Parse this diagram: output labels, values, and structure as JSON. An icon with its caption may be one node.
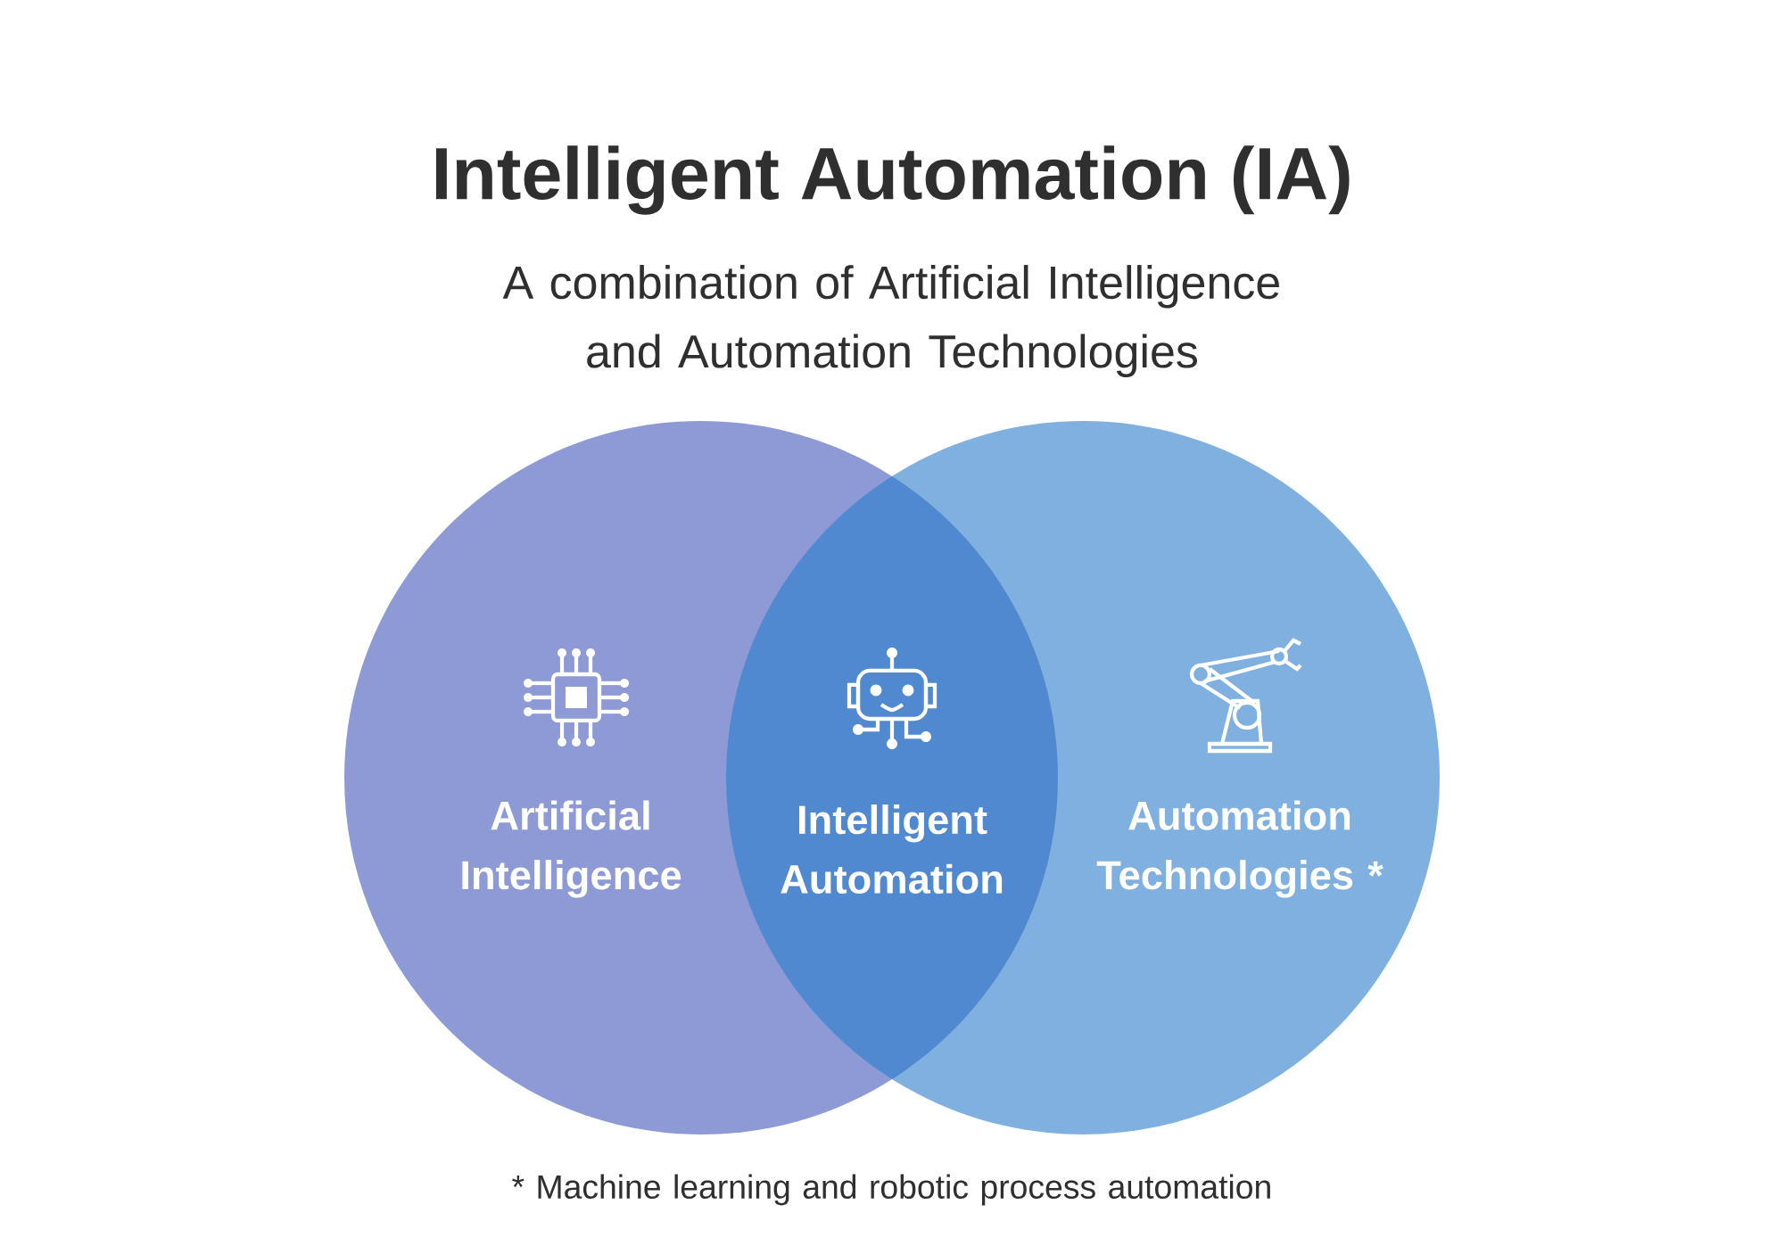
{
  "diagram": {
    "title": "Intelligent Automation (IA)",
    "nodes": [
      {
        "text": [
          "Artificial Intelligence"
        ]
      },
      {
        "text": [
          "Automation Technologies *"
        ]
      },
      {
        "text": [
          "Intelligent Automation"
        ]
      }
    ],
    "labels": [
      "A combination of Artificial Intelligence and Automation Technologies",
      "* Machine learning and robotic process automation"
    ]
  }
}
